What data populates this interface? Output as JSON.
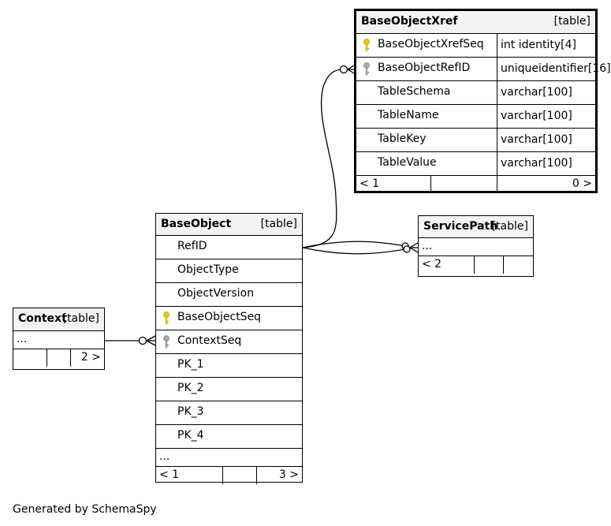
{
  "tables": {
    "baseobjectxref": {
      "name": "BaseObjectXref",
      "kind": "[table]",
      "columns": [
        {
          "name": "BaseObjectXrefSeq",
          "type": "int identity[4]",
          "key": "primary"
        },
        {
          "name": "BaseObjectRefID",
          "type": "uniqueidentifier[16]",
          "key": "foreign"
        },
        {
          "name": "TableSchema",
          "type": "varchar[100]"
        },
        {
          "name": "TableName",
          "type": "varchar[100]"
        },
        {
          "name": "TableKey",
          "type": "varchar[100]"
        },
        {
          "name": "TableValue",
          "type": "varchar[100]"
        }
      ],
      "footer_left": "< 1",
      "footer_right": "0 >"
    },
    "baseobject": {
      "name": "BaseObject",
      "kind": "[table]",
      "columns": [
        {
          "name": "RefID"
        },
        {
          "name": "ObjectType"
        },
        {
          "name": "ObjectVersion"
        },
        {
          "name": "BaseObjectSeq",
          "key": "primary"
        },
        {
          "name": "ContextSeq",
          "key": "foreign"
        },
        {
          "name": "PK_1"
        },
        {
          "name": "PK_2"
        },
        {
          "name": "PK_3"
        },
        {
          "name": "PK_4"
        }
      ],
      "ellipsis": "...",
      "footer_left": "< 1",
      "footer_right": "3 >"
    },
    "servicepath": {
      "name": "ServicePath",
      "kind": "[table]",
      "ellipsis": "...",
      "footer_left": "< 2"
    },
    "context": {
      "name": "Context",
      "kind": "[table]",
      "ellipsis": "...",
      "footer_right": "2 >"
    }
  },
  "colors": {
    "primary_key": "#e8d000",
    "foreign_key": "#a8a8a8",
    "header_bg": "#f3f3f3"
  },
  "footer_text": "Generated by SchemaSpy"
}
